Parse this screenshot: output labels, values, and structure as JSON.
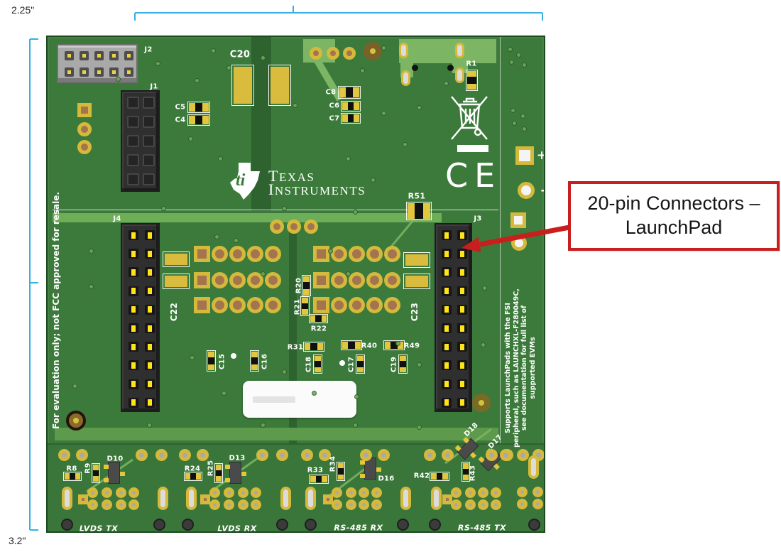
{
  "dimensions": {
    "width_label": "2.25\"",
    "height_label": "3.2\""
  },
  "annotation": {
    "line1": "20-pin Connectors –",
    "line2": "LaunchPad"
  },
  "branding": {
    "monogram": "ti",
    "logo_line1": "Texas",
    "logo_line2": "Instruments",
    "ce_mark": "CE"
  },
  "marks": {
    "plus": "+",
    "minus": "-"
  },
  "notices": {
    "left": "For evaluation only; not FCC approved for resale.",
    "right_lines": [
      "Supports LaunchPads with the FSI",
      "peripheral, such as LAUNCHXL-F280049C,",
      "see documentation for full list of",
      "supported EVMs"
    ]
  },
  "ports": {
    "lvds_tx": "LVDS TX",
    "lvds_rx": "LVDS RX",
    "rs485_rx": "RS-485 RX",
    "rs485_tx": "RS-485 TX"
  },
  "labels": {
    "j1": "J1",
    "j2": "J2",
    "j3": "J3",
    "j4": "J4",
    "c20": "C20",
    "c5": "C5",
    "c4": "C4",
    "c8": "C8",
    "c6": "C6",
    "c7": "C7",
    "r1": "R1",
    "r51": "R51",
    "c22": "C22",
    "c23": "C23",
    "r20": "R20",
    "r21": "R21",
    "r22": "R22",
    "r31": "R31",
    "r40": "R40",
    "r49": "R49",
    "c15": "C15",
    "c16": "C16",
    "c18": "C18",
    "c17": "C17",
    "c19": "C19",
    "r8": "R8",
    "r9": "R9",
    "d10": "D10",
    "r24": "R24",
    "r25": "R25",
    "d13": "D13",
    "r33": "R33",
    "r34": "R34",
    "d16": "D16",
    "r42": "R42",
    "r43": "R43",
    "d18": "D18",
    "d17": "D17"
  },
  "colors": {
    "board_green": "#3c7a3b",
    "board_light_green": "#79b261",
    "board_dark_green": "#2e6330",
    "silkscreen_white": "#ffffff",
    "pad_gold": "#d5b93c",
    "dimension_cyan": "#36b0e3",
    "annotation_red": "#c81e1e",
    "connector_black": "#2d2d2d",
    "connector_gray": "#9a9a9a"
  }
}
